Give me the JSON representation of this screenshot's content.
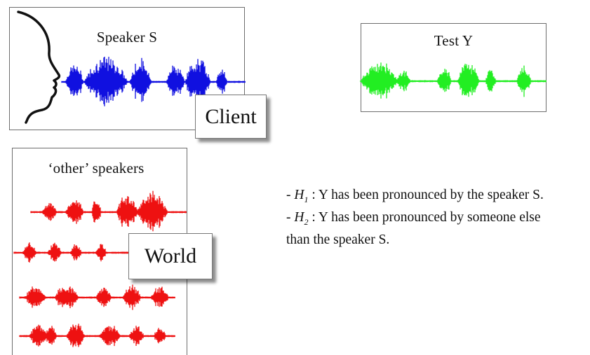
{
  "speaker_panel": {
    "title": "Speaker S",
    "wave_color": "#1010e0"
  },
  "client_tag": "Client",
  "test_panel": {
    "title": "Test Y",
    "wave_color": "#22ee22"
  },
  "other_panel": {
    "title": "‘other’ speakers",
    "wave_color": "#ee1111"
  },
  "world_tag": "World",
  "hypotheses": [
    {
      "bullet": "-",
      "symbol": "H",
      "sub": "1",
      "text": " : Y has been pronounced by the speaker S."
    },
    {
      "bullet": "-",
      "symbol": "H",
      "sub": "2",
      "text": " : Y has been pronounced by someone else"
    },
    {
      "bullet": "",
      "symbol": "",
      "sub": "",
      "text": "than the speaker S."
    }
  ]
}
